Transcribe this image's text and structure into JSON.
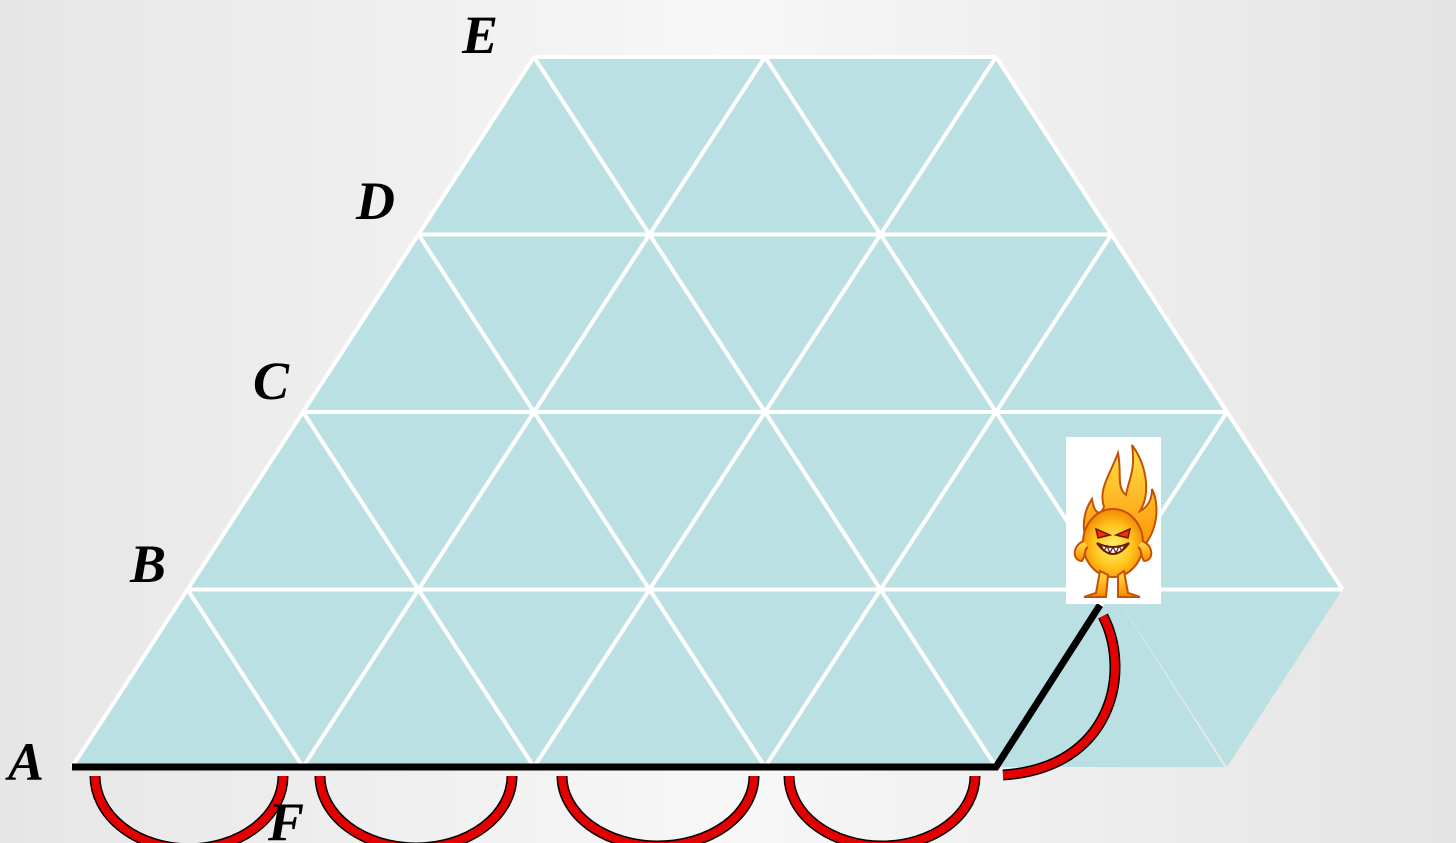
{
  "diagram": {
    "vertex_labels": {
      "A": "A",
      "B": "B",
      "C": "C",
      "D": "D",
      "E": "E",
      "F": "F"
    },
    "colors": {
      "triangle_fill": "#bbe0e3",
      "grid_line": "#ffffff",
      "path": "#000000",
      "arc": "#e30000",
      "arc_outline": "#000000"
    },
    "character_icon": "fire-monster-icon"
  }
}
